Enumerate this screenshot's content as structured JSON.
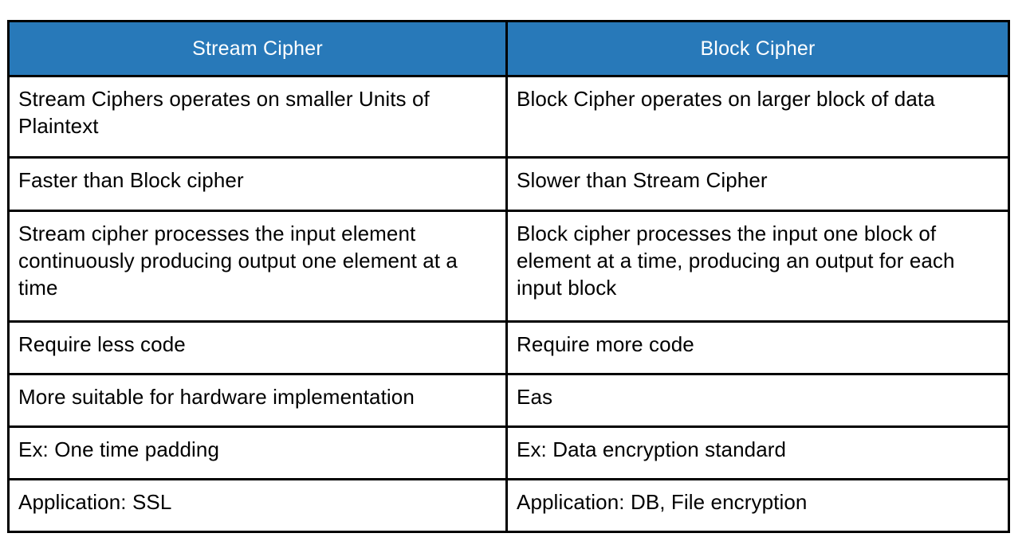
{
  "table": {
    "name": "stream-cipher-vs-block-cipher-comparison",
    "accent_color": "#2879B9",
    "header_text_color": "#FFFFFF",
    "body_text_color": "#000000",
    "border_color": "#000000",
    "background_color": "#FFFFFF",
    "columns": [
      {
        "id": "stream",
        "label": "Stream Cipher"
      },
      {
        "id": "block",
        "label": "Block Cipher"
      }
    ],
    "rows": [
      {
        "stream": "Stream Ciphers operates on smaller Units of Plaintext",
        "block": "Block Cipher operates on larger block of data"
      },
      {
        "stream": "Faster than Block cipher",
        "block": "Slower than Stream Cipher"
      },
      {
        "stream": "Stream cipher processes the input element continuously producing output one element at a time",
        "block": "Block cipher processes the input one block of element at a time, producing an output for each input block"
      },
      {
        "stream": "Require less code",
        "block": "Require more code"
      },
      {
        "stream": "More suitable for hardware implementation",
        "block": "Eas"
      },
      {
        "stream": "Ex: One time padding",
        "block": "Ex: Data encryption standard"
      },
      {
        "stream": "Application: SSL",
        "block": "Application: DB, File encryption"
      }
    ]
  }
}
